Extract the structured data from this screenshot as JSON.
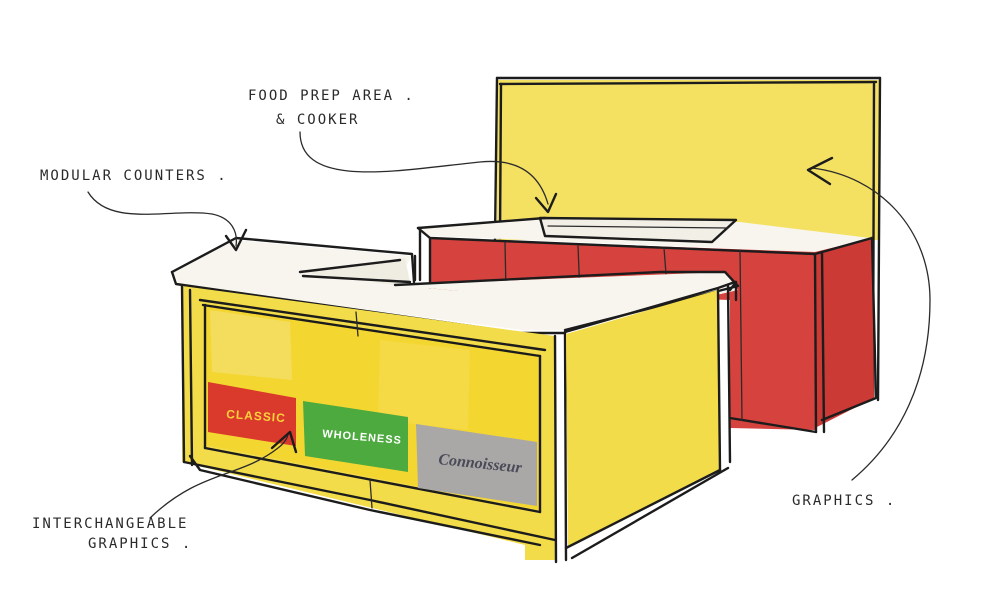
{
  "annotations": {
    "food_prep_line1": "FOOD PREP AREA .",
    "food_prep_line2": "& COOKER",
    "modular_counters": "MODULAR COUNTERS .",
    "interchangeable_line1": "INTERCHANGEABLE",
    "interchangeable_line2": "GRAPHICS .",
    "graphics": "GRAPHICS ."
  },
  "panels": {
    "classic": "CLASSIC",
    "wholeness": "WHOLENESS",
    "connoisseur": "Connoisseur"
  },
  "colors": {
    "yellow": "#f2dc4a",
    "yellow_backwall": "#f4e162",
    "red": "#d6423e",
    "counter_top": "#f7f5ee",
    "classic_red": "#d93a2b",
    "wholeness_green": "#4daa3f",
    "connoisseur_gray": "#a9a8a6",
    "ink": "#1c1c1c"
  }
}
